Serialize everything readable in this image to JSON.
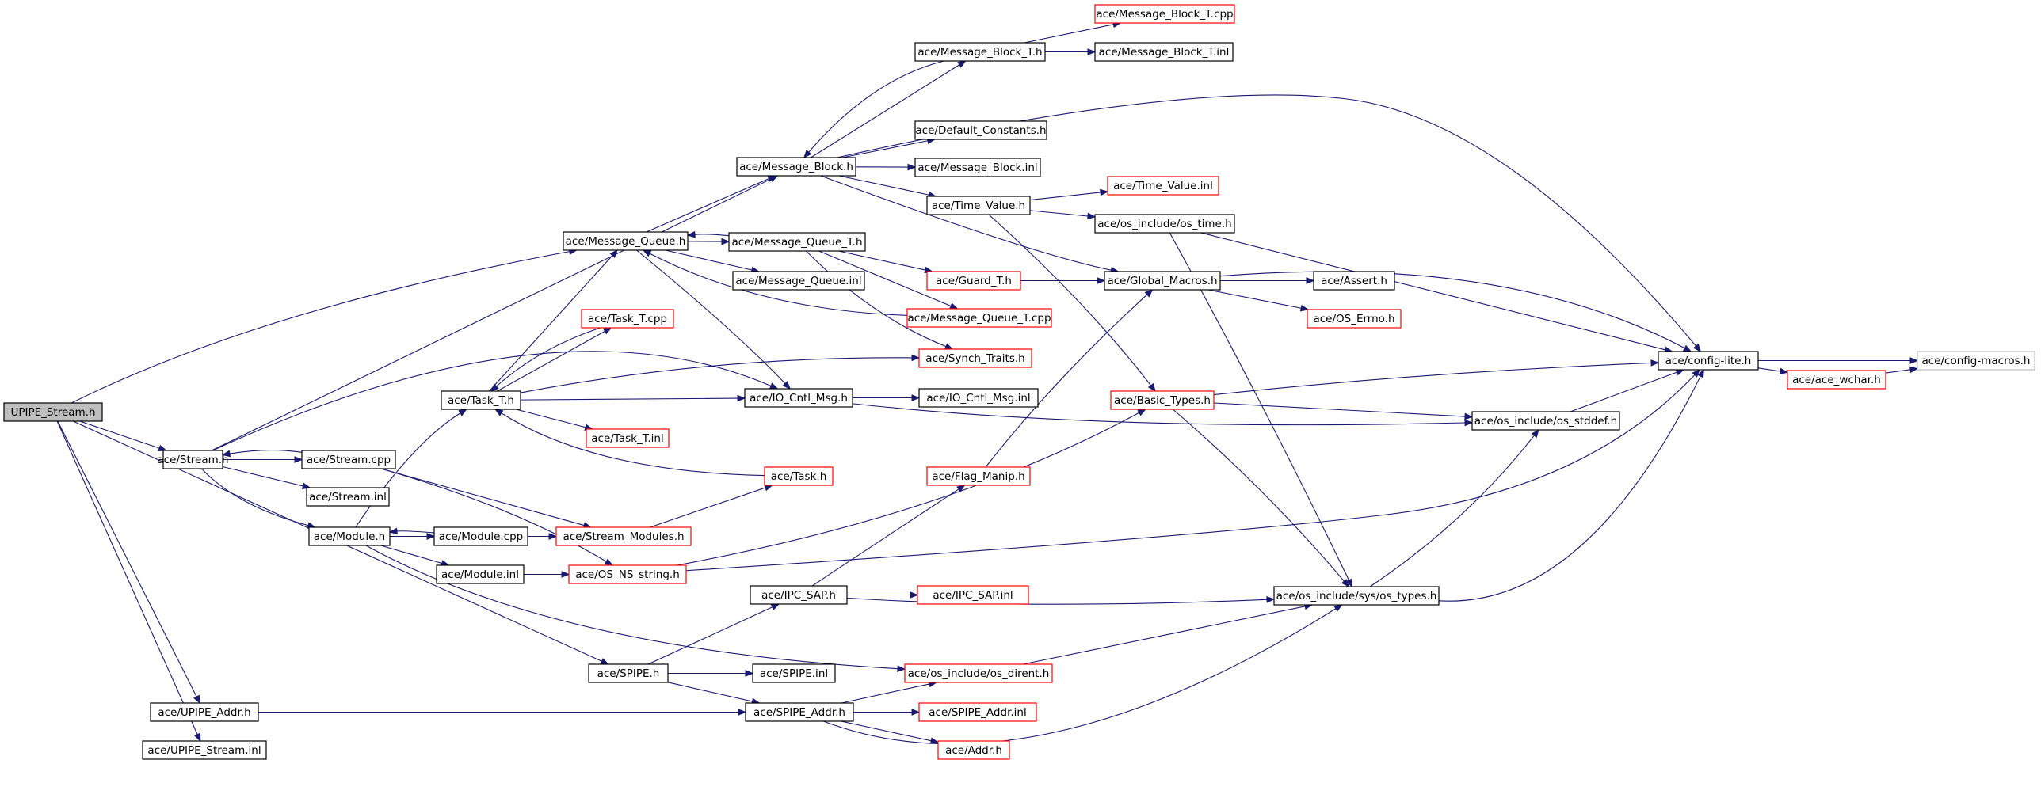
{
  "diagram": {
    "nodes": [
      {
        "id": "upipe_stream_h",
        "label": "UPIPE_Stream.h",
        "style": "root"
      },
      {
        "id": "stream_h",
        "label": "ace/Stream.h",
        "style": "black"
      },
      {
        "id": "message_queue_h",
        "label": "ace/Message_Queue.h",
        "style": "black"
      },
      {
        "id": "message_block_h",
        "label": "ace/Message_Block.h",
        "style": "black"
      },
      {
        "id": "message_block_t_h",
        "label": "ace/Message_Block_T.h",
        "style": "black"
      },
      {
        "id": "message_block_t_cpp",
        "label": "ace/Message_Block_T.cpp",
        "style": "red"
      },
      {
        "id": "message_block_t_inl",
        "label": "ace/Message_Block_T.inl",
        "style": "black"
      },
      {
        "id": "default_constants_h",
        "label": "ace/Default_Constants.h",
        "style": "black"
      },
      {
        "id": "message_block_inl",
        "label": "ace/Message_Block.inl",
        "style": "black"
      },
      {
        "id": "time_value_h",
        "label": "ace/Time_Value.h",
        "style": "black"
      },
      {
        "id": "time_value_inl",
        "label": "ace/Time_Value.inl",
        "style": "red"
      },
      {
        "id": "os_time_h",
        "label": "ace/os_include/os_time.h",
        "style": "black"
      },
      {
        "id": "message_queue_t_h",
        "label": "ace/Message_Queue_T.h",
        "style": "black"
      },
      {
        "id": "message_queue_inl",
        "label": "ace/Message_Queue.inl",
        "style": "black"
      },
      {
        "id": "guard_t_h",
        "label": "ace/Guard_T.h",
        "style": "red"
      },
      {
        "id": "global_macros_h",
        "label": "ace/Global_Macros.h",
        "style": "black"
      },
      {
        "id": "assert_h",
        "label": "ace/Assert.h",
        "style": "black"
      },
      {
        "id": "os_errno_h",
        "label": "ace/OS_Errno.h",
        "style": "red"
      },
      {
        "id": "message_queue_t_cpp",
        "label": "ace/Message_Queue_T.cpp",
        "style": "red"
      },
      {
        "id": "task_t_cpp",
        "label": "ace/Task_T.cpp",
        "style": "red"
      },
      {
        "id": "synch_traits_h",
        "label": "ace/Synch_Traits.h",
        "style": "red"
      },
      {
        "id": "config_lite_h",
        "label": "ace/config-lite.h",
        "style": "black"
      },
      {
        "id": "config_macros_h",
        "label": "ace/config-macros.h",
        "style": "gray"
      },
      {
        "id": "ace_wchar_h",
        "label": "ace/ace_wchar.h",
        "style": "red"
      },
      {
        "id": "task_t_h",
        "label": "ace/Task_T.h",
        "style": "black"
      },
      {
        "id": "io_cntl_msg_h",
        "label": "ace/IO_Cntl_Msg.h",
        "style": "black"
      },
      {
        "id": "io_cntl_msg_inl",
        "label": "ace/IO_Cntl_Msg.inl",
        "style": "black"
      },
      {
        "id": "basic_types_h",
        "label": "ace/Basic_Types.h",
        "style": "red"
      },
      {
        "id": "os_stddef_h",
        "label": "ace/os_include/os_stddef.h",
        "style": "black"
      },
      {
        "id": "task_t_inl",
        "label": "ace/Task_T.inl",
        "style": "red"
      },
      {
        "id": "stream_cpp",
        "label": "ace/Stream.cpp",
        "style": "black"
      },
      {
        "id": "stream_inl",
        "label": "ace/Stream.inl",
        "style": "black"
      },
      {
        "id": "task_h",
        "label": "ace/Task.h",
        "style": "red"
      },
      {
        "id": "flag_manip_h",
        "label": "ace/Flag_Manip.h",
        "style": "red"
      },
      {
        "id": "module_h",
        "label": "ace/Module.h",
        "style": "black"
      },
      {
        "id": "module_cpp",
        "label": "ace/Module.cpp",
        "style": "black"
      },
      {
        "id": "stream_modules_h",
        "label": "ace/Stream_Modules.h",
        "style": "red"
      },
      {
        "id": "module_inl",
        "label": "ace/Module.inl",
        "style": "black"
      },
      {
        "id": "os_ns_string_h",
        "label": "ace/OS_NS_string.h",
        "style": "red"
      },
      {
        "id": "ipc_sap_h",
        "label": "ace/IPC_SAP.h",
        "style": "black"
      },
      {
        "id": "ipc_sap_inl",
        "label": "ace/IPC_SAP.inl",
        "style": "red"
      },
      {
        "id": "os_types_h",
        "label": "ace/os_include/sys/os_types.h",
        "style": "black"
      },
      {
        "id": "spipe_h",
        "label": "ace/SPIPE.h",
        "style": "black"
      },
      {
        "id": "spipe_inl",
        "label": "ace/SPIPE.inl",
        "style": "black"
      },
      {
        "id": "os_dirent_h",
        "label": "ace/os_include/os_dirent.h",
        "style": "red"
      },
      {
        "id": "upipe_addr_h",
        "label": "ace/UPIPE_Addr.h",
        "style": "black"
      },
      {
        "id": "spipe_addr_h",
        "label": "ace/SPIPE_Addr.h",
        "style": "black"
      },
      {
        "id": "spipe_addr_inl",
        "label": "ace/SPIPE_Addr.inl",
        "style": "red"
      },
      {
        "id": "addr_h",
        "label": "ace/Addr.h",
        "style": "red"
      },
      {
        "id": "upipe_stream_inl",
        "label": "ace/UPIPE_Stream.inl",
        "style": "black"
      }
    ],
    "edges": [
      [
        "upipe_stream_h",
        "stream_h"
      ],
      [
        "upipe_stream_h",
        "message_queue_h"
      ],
      [
        "upipe_stream_h",
        "spipe_h"
      ],
      [
        "upipe_stream_h",
        "upipe_addr_h"
      ],
      [
        "upipe_stream_h",
        "upipe_stream_inl"
      ],
      [
        "stream_h",
        "message_block_h"
      ],
      [
        "stream_h",
        "stream_cpp"
      ],
      [
        "stream_h",
        "stream_inl"
      ],
      [
        "stream_h",
        "module_h"
      ],
      [
        "stream_h",
        "io_cntl_msg_h"
      ],
      [
        "stream_cpp",
        "stream_h"
      ],
      [
        "stream_cpp",
        "stream_modules_h"
      ],
      [
        "stream_cpp",
        "os_ns_string_h"
      ],
      [
        "message_queue_h",
        "message_block_h"
      ],
      [
        "message_queue_h",
        "message_queue_t_h"
      ],
      [
        "message_queue_h",
        "message_queue_inl"
      ],
      [
        "message_queue_h",
        "io_cntl_msg_h"
      ],
      [
        "message_queue_t_h",
        "message_queue_h"
      ],
      [
        "message_queue_t_h",
        "guard_t_h"
      ],
      [
        "message_queue_t_h",
        "message_queue_t_cpp"
      ],
      [
        "message_queue_t_h",
        "synch_traits_h"
      ],
      [
        "message_queue_t_cpp",
        "message_queue_h"
      ],
      [
        "message_block_h",
        "message_block_t_h"
      ],
      [
        "message_block_h",
        "default_constants_h"
      ],
      [
        "message_block_h",
        "message_block_inl"
      ],
      [
        "message_block_h",
        "time_value_h"
      ],
      [
        "message_block_h",
        "global_macros_h"
      ],
      [
        "message_block_h",
        "config_lite_h"
      ],
      [
        "message_block_t_h",
        "message_block_t_cpp"
      ],
      [
        "message_block_t_h",
        "message_block_t_inl"
      ],
      [
        "message_block_t_h",
        "message_block_h"
      ],
      [
        "time_value_h",
        "time_value_inl"
      ],
      [
        "time_value_h",
        "os_time_h"
      ],
      [
        "time_value_h",
        "basic_types_h"
      ],
      [
        "os_time_h",
        "config_lite_h"
      ],
      [
        "os_time_h",
        "os_types_h"
      ],
      [
        "guard_t_h",
        "global_macros_h"
      ],
      [
        "global_macros_h",
        "assert_h"
      ],
      [
        "global_macros_h",
        "os_errno_h"
      ],
      [
        "global_macros_h",
        "config_lite_h"
      ],
      [
        "config_lite_h",
        "config_macros_h"
      ],
      [
        "config_lite_h",
        "ace_wchar_h"
      ],
      [
        "ace_wchar_h",
        "config_macros_h"
      ],
      [
        "task_t_h",
        "message_queue_h"
      ],
      [
        "task_t_h",
        "task_t_cpp"
      ],
      [
        "task_t_h",
        "synch_traits_h"
      ],
      [
        "task_t_h",
        "io_cntl_msg_h"
      ],
      [
        "task_t_h",
        "task_t_inl"
      ],
      [
        "task_t_cpp",
        "task_t_h"
      ],
      [
        "task_h",
        "task_t_h"
      ],
      [
        "io_cntl_msg_h",
        "io_cntl_msg_inl"
      ],
      [
        "io_cntl_msg_h",
        "os_stddef_h"
      ],
      [
        "basic_types_h",
        "config_lite_h"
      ],
      [
        "basic_types_h",
        "os_stddef_h"
      ],
      [
        "basic_types_h",
        "os_types_h"
      ],
      [
        "os_stddef_h",
        "config_lite_h"
      ],
      [
        "module_h",
        "task_t_h"
      ],
      [
        "module_h",
        "module_cpp"
      ],
      [
        "module_h",
        "module_inl"
      ],
      [
        "module_h",
        "os_dirent_h"
      ],
      [
        "module_cpp",
        "module_h"
      ],
      [
        "module_cpp",
        "stream_modules_h"
      ],
      [
        "module_inl",
        "os_ns_string_h"
      ],
      [
        "stream_modules_h",
        "task_h"
      ],
      [
        "os_ns_string_h",
        "basic_types_h"
      ],
      [
        "os_ns_string_h",
        "config_lite_h"
      ],
      [
        "flag_manip_h",
        "global_macros_h"
      ],
      [
        "ipc_sap_h",
        "flag_manip_h"
      ],
      [
        "ipc_sap_h",
        "ipc_sap_inl"
      ],
      [
        "ipc_sap_h",
        "os_types_h"
      ],
      [
        "os_types_h",
        "os_stddef_h"
      ],
      [
        "os_types_h",
        "config_lite_h"
      ],
      [
        "spipe_h",
        "ipc_sap_h"
      ],
      [
        "spipe_h",
        "spipe_inl"
      ],
      [
        "spipe_h",
        "spipe_addr_h"
      ],
      [
        "upipe_addr_h",
        "spipe_addr_h"
      ],
      [
        "spipe_addr_h",
        "os_dirent_h"
      ],
      [
        "spipe_addr_h",
        "spipe_addr_inl"
      ],
      [
        "spipe_addr_h",
        "addr_h"
      ],
      [
        "spipe_addr_h",
        "os_types_h"
      ],
      [
        "os_dirent_h",
        "os_types_h"
      ]
    ]
  }
}
